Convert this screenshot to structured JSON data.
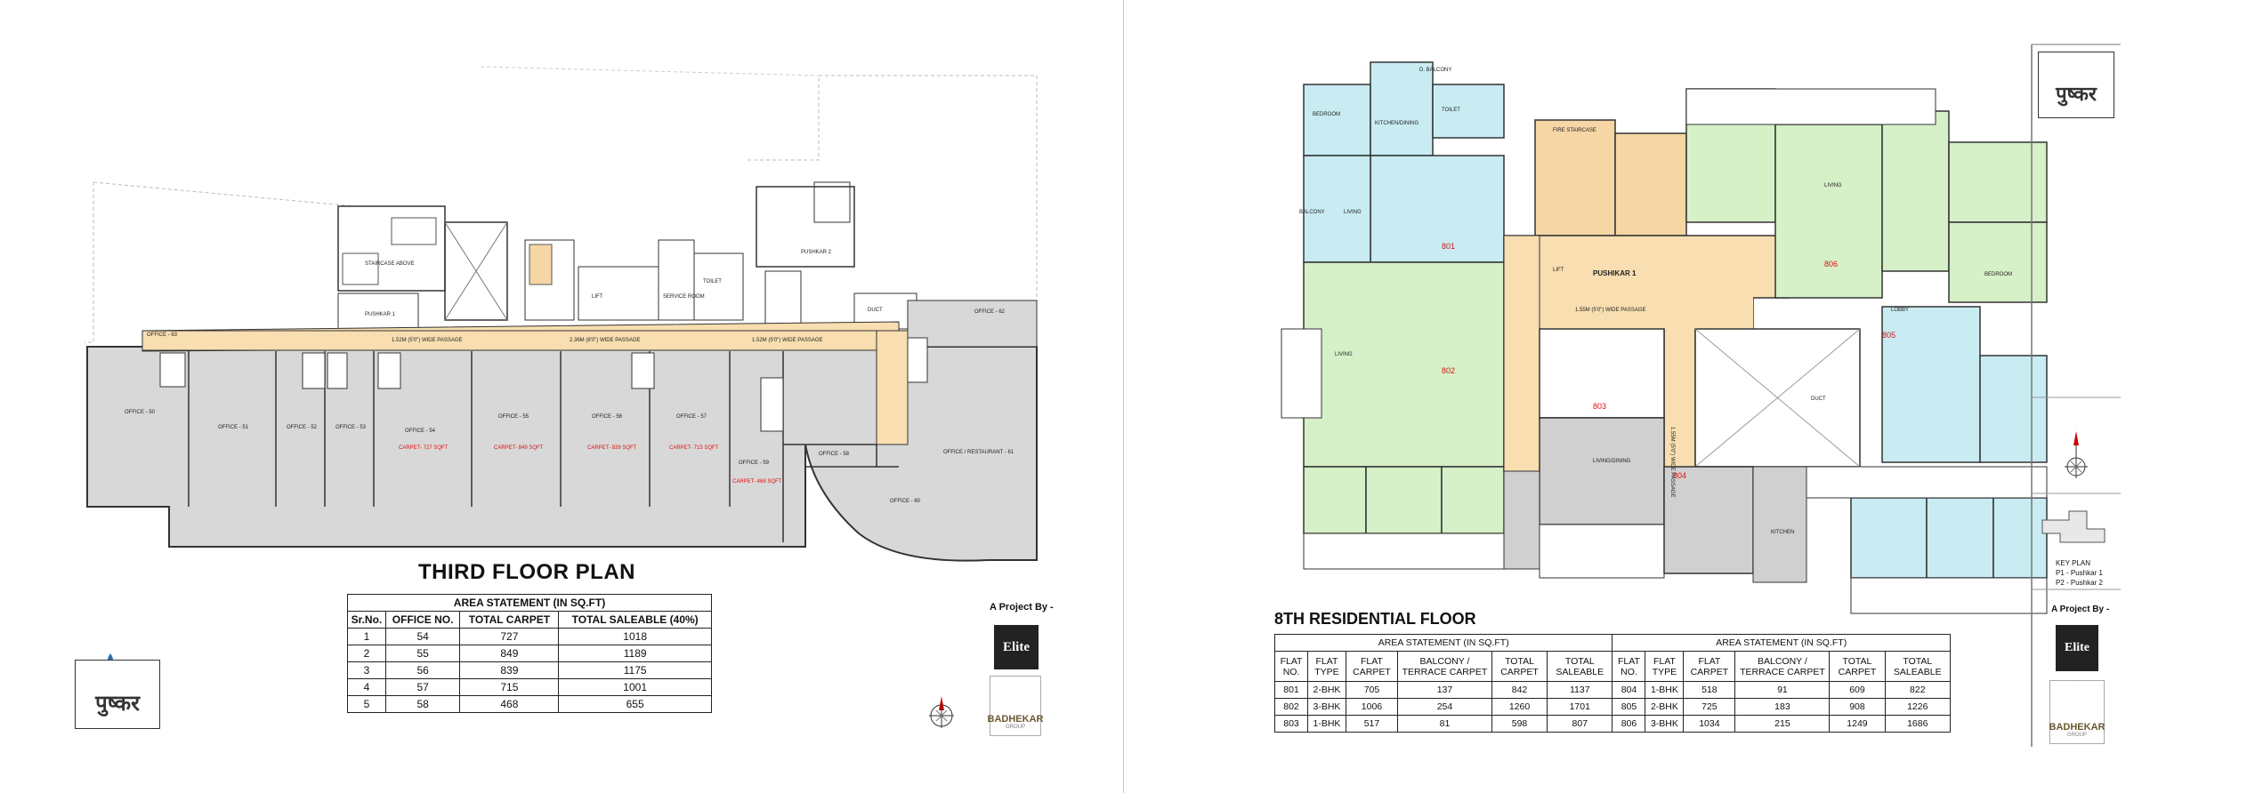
{
  "left_plan": {
    "title": "THIRD FLOOR PLAN",
    "table": {
      "caption": "AREA STATEMENT (IN SQ.FT)",
      "headers": [
        "Sr.No.",
        "OFFICE NO.",
        "TOTAL CARPET",
        "TOTAL SALEABLE (40%)"
      ],
      "rows": [
        [
          "1",
          "54",
          "727",
          "1018"
        ],
        [
          "2",
          "55",
          "849",
          "1189"
        ],
        [
          "3",
          "56",
          "839",
          "1175"
        ],
        [
          "4",
          "57",
          "715",
          "1001"
        ],
        [
          "5",
          "58",
          "468",
          "655"
        ]
      ]
    },
    "labels": {
      "pushkar1": "PUSHKAR 1",
      "pushkar2": "PUSHKAR 2",
      "passage_a": "1.52M (5'0\") WIDE PASSAGE",
      "passage_b": "2.36M (8'0\") WIDE PASSAGE",
      "passage_c": "1.52M (5'0\") WIDE PASSAGE",
      "staircase": "STAIRCASE ABOVE",
      "service": "SERVICE ROOM",
      "duct": "DUCT",
      "toilet": "TOILET",
      "lift": "LIFT",
      "offices": [
        "OFFICE - 50",
        "OFFICE - 51",
        "OFFICE - 52",
        "OFFICE - 53",
        "OFFICE - 54",
        "OFFICE - 55",
        "OFFICE - 56",
        "OFFICE - 57",
        "OFFICE - 58",
        "OFFICE - 59",
        "OFFICE - 60",
        "OFFICE / RESTAURANT - 61",
        "OFFICE - 62",
        "OFFICE - 63"
      ],
      "carpets": [
        "CARPET- 727 SQFT",
        "CARPET- 849 SQFT",
        "CARPET- 839 SQFT",
        "CARPET- 715 SQFT",
        "CARPET- 468 SQFT"
      ]
    }
  },
  "right_plan": {
    "title": "8TH RESIDENTIAL FLOOR",
    "table": {
      "caption": "AREA STATEMENT (IN SQ.FT)",
      "headers": [
        "FLAT NO.",
        "FLAT TYPE",
        "FLAT CARPET",
        "BALCONY / TERRACE CARPET",
        "TOTAL CARPET",
        "TOTAL SALEABLE"
      ],
      "left_rows": [
        [
          "801",
          "2-BHK",
          "705",
          "137",
          "842",
          "1137"
        ],
        [
          "802",
          "3-BHK",
          "1006",
          "254",
          "1260",
          "1701"
        ],
        [
          "803",
          "1-BHK",
          "517",
          "81",
          "598",
          "807"
        ]
      ],
      "right_rows": [
        [
          "804",
          "1-BHK",
          "518",
          "91",
          "609",
          "822"
        ],
        [
          "805",
          "2-BHK",
          "725",
          "183",
          "908",
          "1226"
        ],
        [
          "806",
          "3-BHK",
          "1034",
          "215",
          "1249",
          "1686"
        ]
      ]
    },
    "labels": {
      "pushikar": "PUSHIKAR 1",
      "passage": "1.55M (5'0\") WIDE PASSAGE",
      "vertical_passage": "1.55M (5'0\") WIDE PASSAGE",
      "staircase": "FIRE STAIRCASE",
      "lift": "LIFT",
      "duct": "DUCT",
      "flats": [
        "801",
        "802",
        "803",
        "804",
        "805",
        "806"
      ],
      "rooms": {
        "bedroom": "BEDROOM",
        "living": "LIVING",
        "kitchen": "KITCHEN/DINING",
        "balcony": "BALCONY",
        "d_balcony": "D. BALCONY",
        "toilet": "TOILET",
        "lobby": "LOBBY",
        "living_dining": "LIVING/DINING",
        "kitchen_plain": "KITCHEN"
      }
    }
  },
  "branding": {
    "logo_left": "पुष्कर",
    "logo_right": "पुष्कर",
    "project_by": "A Project By -",
    "project_by_right": "A Project By -",
    "elite": "Elite",
    "badhekar": "BADHEKAR",
    "badhekar_sub": "GROUP",
    "key_plan": "KEY PLAN",
    "key_p1": "P1 - Pushkar 1",
    "key_p2": "P2 - Pushkar 2"
  },
  "colors": {
    "office_grey": "#d8d8d8",
    "passage_tan": "#f8deb0",
    "bed_cyan": "#c8ecf2",
    "living_green": "#d6f0c8",
    "kitchen_grey": "#cfcfcf",
    "stair_tan": "#f5d6a4",
    "flat_red": "#dd1111"
  }
}
